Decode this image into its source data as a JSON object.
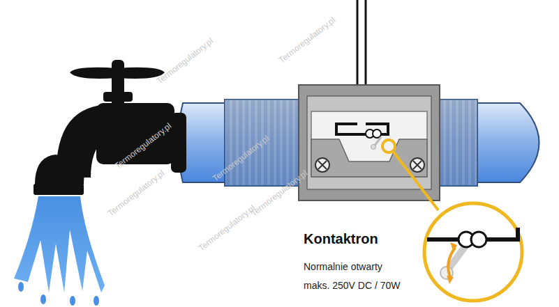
{
  "diagram": {
    "labels": [
      "Kontaktron",
      "Normalnie otwarty",
      "maks. 250V DC / 70W",
      "Termoregulatory.pl",
      "Termoregulatory.pl",
      "Termoregulatory.pl",
      "Termoregulatory.pl",
      "Termoregulatory.pl",
      "Termoregulatory.pl",
      "Termoregulatory.pl"
    ]
  }
}
